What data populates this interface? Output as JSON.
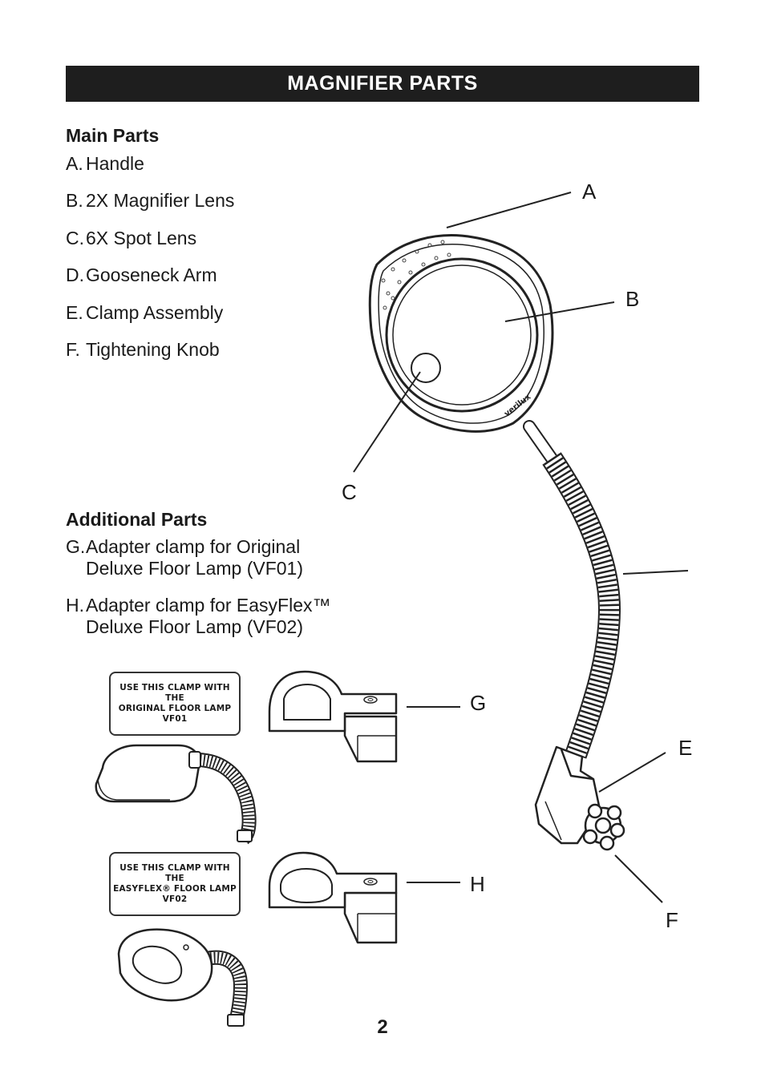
{
  "header": {
    "title": "MAGNIFIER PARTS"
  },
  "main_parts": {
    "heading": "Main Parts",
    "items": [
      {
        "key": "A.",
        "label": "Handle"
      },
      {
        "key": "B.",
        "label": "2X Magnifier Lens"
      },
      {
        "key": "C.",
        "label": "6X Spot Lens"
      },
      {
        "key": "D.",
        "label": "Gooseneck Arm"
      },
      {
        "key": "E.",
        "label": "Clamp Assembly"
      },
      {
        "key": "F.",
        "label": "Tightening Knob"
      }
    ]
  },
  "additional_parts": {
    "heading": "Additional Parts",
    "items": [
      {
        "key": "G.",
        "label": "Adapter clamp for Original\nDeluxe Floor Lamp (VF01)"
      },
      {
        "key": "H.",
        "label": "Adapter clamp for EasyFlex™\nDeluxe Floor Lamp (VF02)"
      }
    ]
  },
  "callouts": {
    "A": "A",
    "B": "B",
    "C": "C",
    "E": "E",
    "F": "F",
    "G": "G",
    "H": "H"
  },
  "clamp_labels": {
    "vf01": {
      "line1": "USE THIS CLAMP WITH THE",
      "line2": "ORIGINAL FLOOR LAMP",
      "line3": "VF01"
    },
    "vf02": {
      "line1": "USE THIS CLAMP WITH THE",
      "line2": "EASYFLEX® FLOOR LAMP",
      "line3": "VF02"
    }
  },
  "brand_mark": "verilux",
  "page_number": "2"
}
